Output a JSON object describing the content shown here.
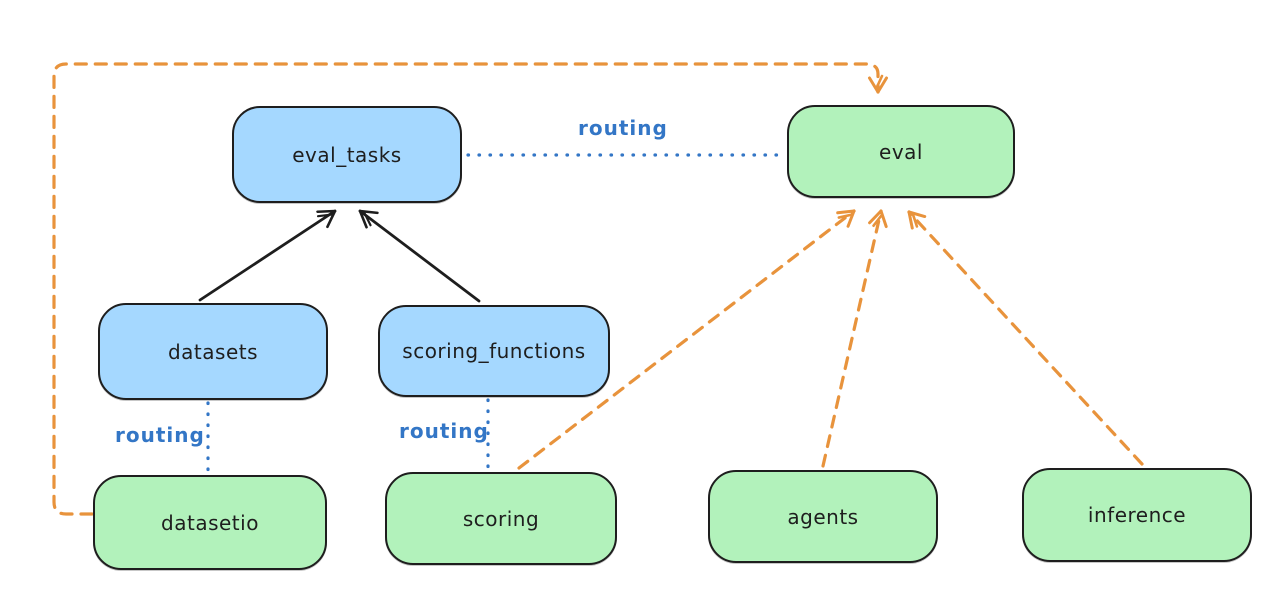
{
  "colors": {
    "blue_fill": "#a5d8ff",
    "green_fill": "#b2f2bb",
    "stroke_dark": "#1e1e1e",
    "routing_blue": "#3376c6",
    "orange": "#e8933c",
    "bg": "#ffffff"
  },
  "nodes": {
    "eval_tasks": {
      "label": "eval_tasks",
      "color": "blue"
    },
    "eval": {
      "label": "eval",
      "color": "green"
    },
    "datasets": {
      "label": "datasets",
      "color": "blue"
    },
    "scoring_functions": {
      "label": "scoring_functions",
      "color": "blue"
    },
    "datasetio": {
      "label": "datasetio",
      "color": "green"
    },
    "scoring": {
      "label": "scoring",
      "color": "green"
    },
    "agents": {
      "label": "agents",
      "color": "green"
    },
    "inference": {
      "label": "inference",
      "color": "green"
    }
  },
  "labels": {
    "routing_eval": "routing",
    "routing_datasetio": "routing",
    "routing_scoring": "routing"
  },
  "edges": [
    {
      "from": "datasets",
      "to": "eval_tasks",
      "style": "solid",
      "arrow": true,
      "color": "black"
    },
    {
      "from": "scoring_functions",
      "to": "eval_tasks",
      "style": "solid",
      "arrow": true,
      "color": "black"
    },
    {
      "from": "eval_tasks",
      "to": "eval",
      "style": "dotted",
      "arrow": false,
      "color": "blue",
      "label": "routing"
    },
    {
      "from": "datasets",
      "to": "datasetio",
      "style": "dotted",
      "arrow": false,
      "color": "blue",
      "label": "routing"
    },
    {
      "from": "scoring_functions",
      "to": "scoring",
      "style": "dotted",
      "arrow": false,
      "color": "blue",
      "label": "routing"
    },
    {
      "from": "datasetio",
      "to": "eval",
      "style": "dashed",
      "arrow": true,
      "color": "orange"
    },
    {
      "from": "scoring",
      "to": "eval",
      "style": "dashed",
      "arrow": true,
      "color": "orange"
    },
    {
      "from": "agents",
      "to": "eval",
      "style": "dashed",
      "arrow": true,
      "color": "orange"
    },
    {
      "from": "inference",
      "to": "eval",
      "style": "dashed",
      "arrow": true,
      "color": "orange"
    }
  ]
}
